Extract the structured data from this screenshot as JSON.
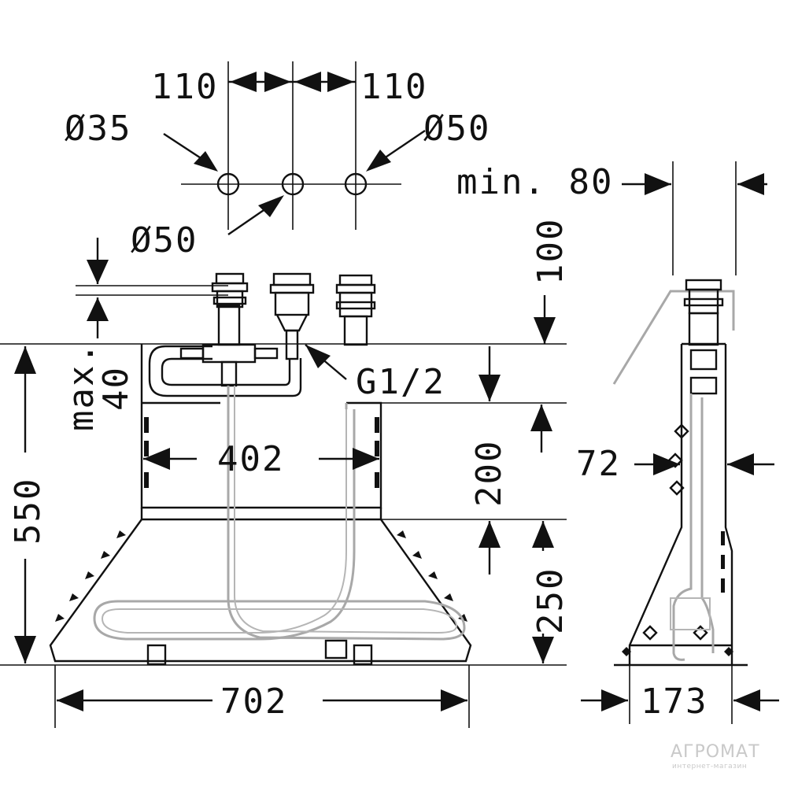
{
  "dimensions": {
    "spacing_left": "110",
    "spacing_right": "110",
    "dia_35": "Ø35",
    "dia_50_right": "Ø50",
    "dia_50_center": "Ø50",
    "min_80": "min. 80",
    "d100": "100",
    "max_40_a": "max.",
    "max_40_b": "40",
    "thread": "G1/2",
    "d550": "550",
    "d402": "402",
    "d200": "200",
    "d72": "72",
    "d250": "250",
    "d702": "702",
    "d173": "173"
  },
  "watermark": {
    "brand": "АГРОМАТ",
    "tagline": "интернет-магазин"
  }
}
